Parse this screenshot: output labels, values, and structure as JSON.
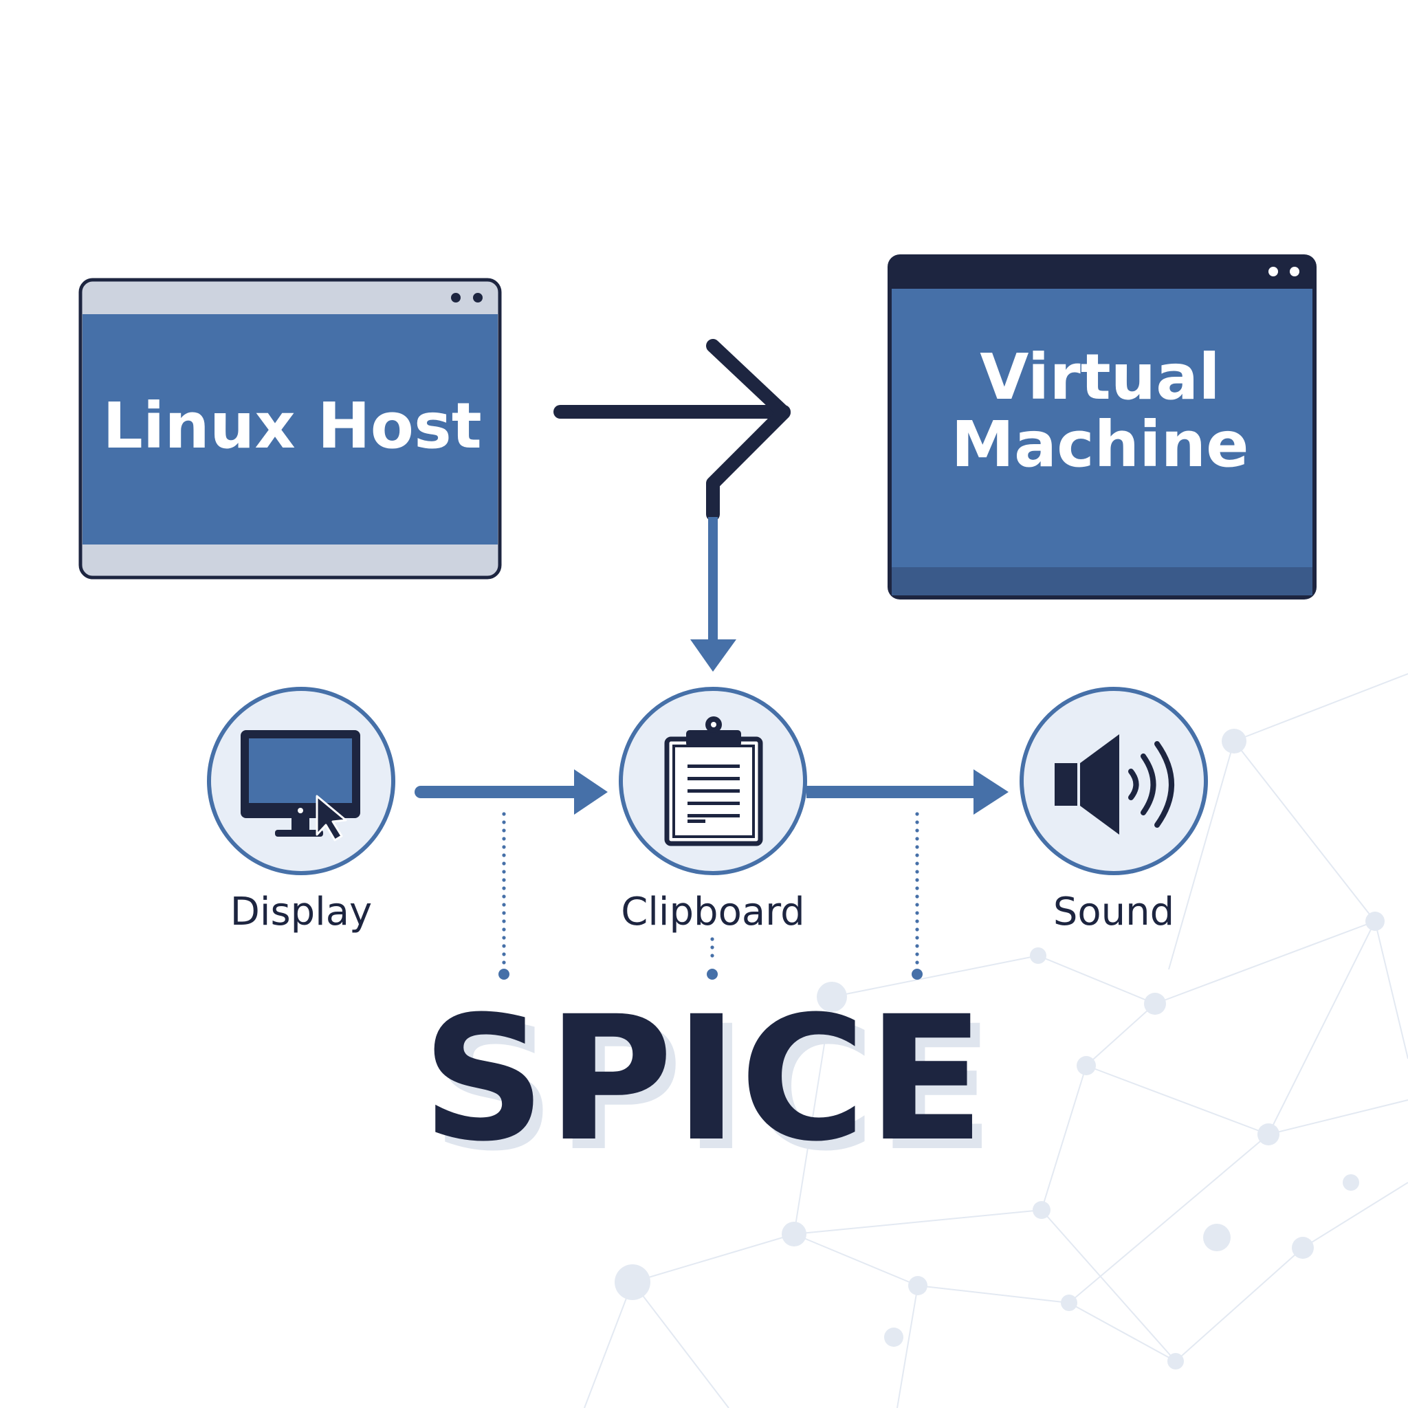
{
  "host": {
    "title": "Linux Host"
  },
  "vm": {
    "title_line1": "Virtual",
    "title_line2": "Machine"
  },
  "features": [
    {
      "label": "Display",
      "icon": "monitor-cursor-icon"
    },
    {
      "label": "Clipboard",
      "icon": "clipboard-icon"
    },
    {
      "label": "Sound",
      "icon": "speaker-icon"
    }
  ],
  "brand": {
    "word": "SPICE"
  },
  "colors": {
    "navy": "#1d2540",
    "blue": "#4670a8",
    "blue_dark": "#3a5a8a",
    "panel_gray": "#cdd3df",
    "circle_fill": "#e8eef7",
    "network": "#e3e9f2"
  }
}
